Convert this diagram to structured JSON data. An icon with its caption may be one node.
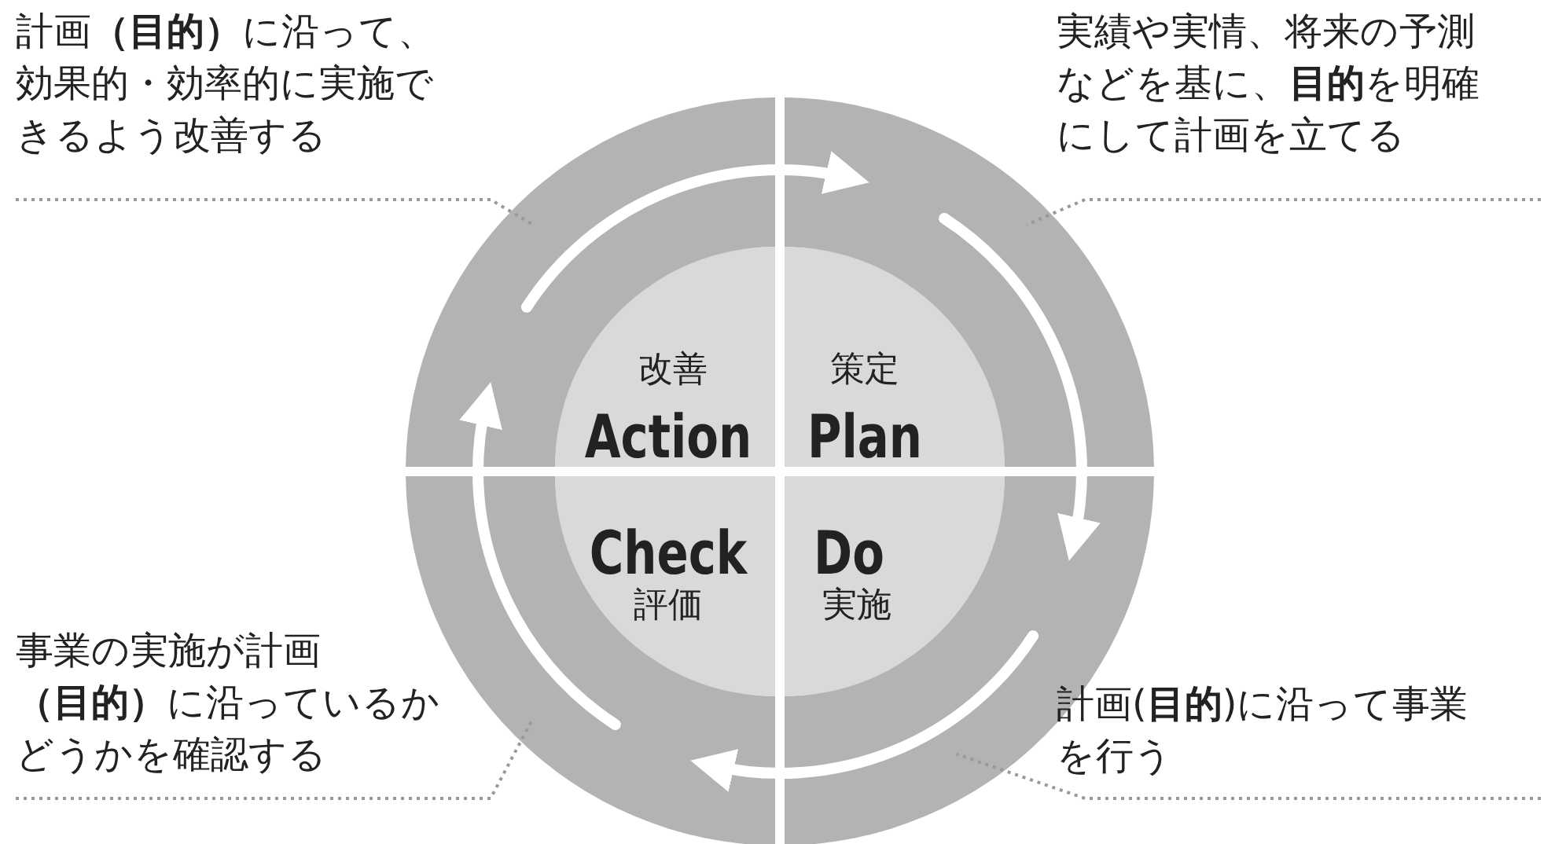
{
  "diagram": {
    "nodes": [
      {
        "text": [
          "改善",
          "Action"
        ]
      },
      {
        "text": [
          "策定",
          "Plan"
        ]
      },
      {
        "text": [
          "Check",
          "評価"
        ]
      },
      {
        "text": [
          "Do",
          "実施"
        ]
      },
      {
        "text": [
          "計画**（目的）**に沿って、効果的・効率的に実施できるよう改善する"
        ]
      },
      {
        "text": [
          "実績や実情、将来の予測などを基に、**目的**を明確にして計画を立てる"
        ]
      },
      {
        "text": [
          "事業の実施が計画**（目的）**に沿っているかどうかを確認する"
        ]
      },
      {
        "text": [
          "計画(**目的**)に沿って事業を行う"
        ]
      }
    ],
    "edges": [
      {
        "from": 0,
        "to": 1,
        "arrow": "to",
        "style": "thick"
      },
      {
        "from": 1,
        "to": 3,
        "arrow": "to",
        "style": "thick"
      },
      {
        "from": 3,
        "to": 2,
        "arrow": "to",
        "style": "thick"
      },
      {
        "from": 2,
        "to": 0,
        "arrow": "to",
        "style": "thick"
      },
      {
        "from": 4,
        "to": 0,
        "arrow": "none",
        "style": "dashed",
        "color": "#999999"
      },
      {
        "from": 5,
        "to": 1,
        "arrow": "none",
        "style": "dashed",
        "color": "#999999"
      },
      {
        "from": 6,
        "to": 2,
        "arrow": "none",
        "style": "dashed",
        "color": "#999999"
      },
      {
        "from": 7,
        "to": 3,
        "arrow": "none",
        "style": "dashed",
        "color": "#999999"
      }
    ]
  }
}
